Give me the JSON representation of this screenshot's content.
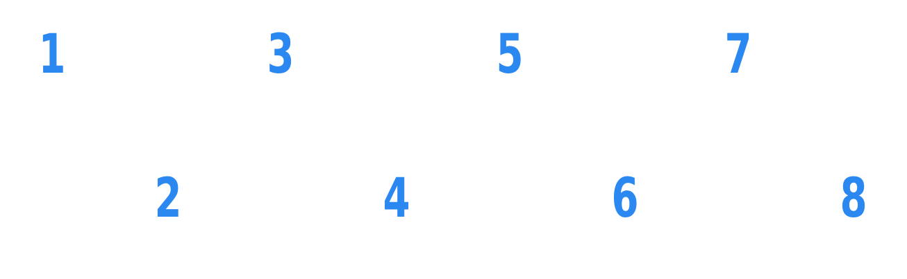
{
  "accent_color": "#2a88f0",
  "numbers": {
    "n1": "1",
    "n2": "2",
    "n3": "3",
    "n4": "4",
    "n5": "5",
    "n6": "6",
    "n7": "7",
    "n8": "8"
  }
}
